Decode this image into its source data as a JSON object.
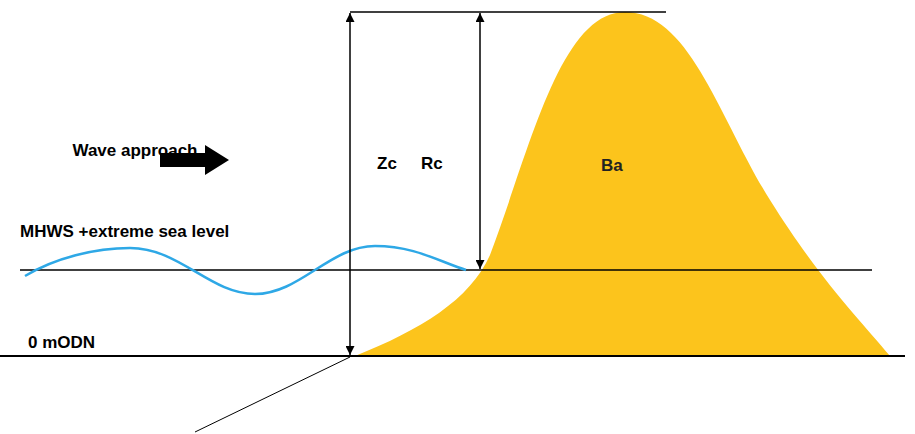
{
  "diagram": {
    "nodes": [
      {
        "text": [
          "Ba"
        ]
      }
    ],
    "labels": [
      "Wave approach",
      "Zc",
      "Rc",
      "MHWS +extreme sea level",
      "0 mODN"
    ]
  }
}
